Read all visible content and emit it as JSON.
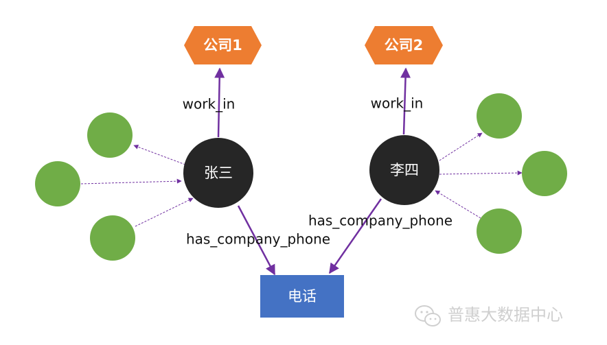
{
  "diagram": {
    "companies": [
      {
        "id": "company1",
        "label": "公司1"
      },
      {
        "id": "company2",
        "label": "公司2"
      }
    ],
    "people": [
      {
        "id": "zhangsan",
        "label": "张三"
      },
      {
        "id": "lisi",
        "label": "李四"
      }
    ],
    "phone": {
      "label": "电话"
    },
    "edges": {
      "work_in_1": "work_in",
      "work_in_2": "work_in",
      "has_phone_1": "has_company_phone",
      "has_phone_2": "has_company_phone"
    },
    "colors": {
      "company": "#ED7D31",
      "person": "#262626",
      "phone": "#4472C4",
      "leaf": "#70AD47",
      "edge": "#7030A0"
    }
  },
  "watermark": {
    "text": "普惠大数据中心",
    "icon": "wechat-icon"
  }
}
